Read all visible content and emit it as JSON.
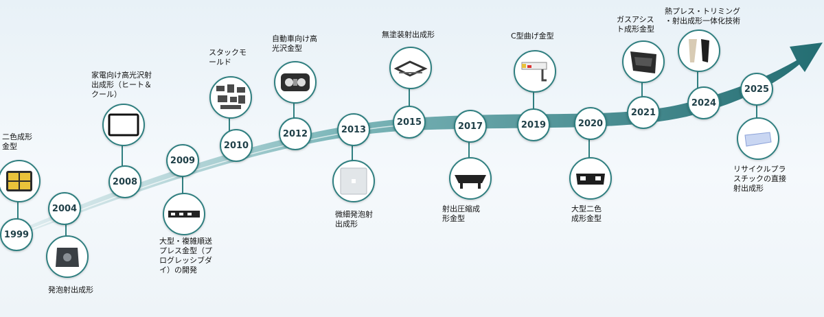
{
  "milestones": [
    {
      "year": "1999",
      "label": "二色成形\n金型",
      "icon": "car-seat-panel-icon"
    },
    {
      "year": "2004",
      "label": "発泡射出成形",
      "icon": "foam-part-icon"
    },
    {
      "year": "2008",
      "label": "家電向け高光沢射\n出成形（ヒート＆\nクール）",
      "icon": "glossy-frame-icon"
    },
    {
      "year": "2009",
      "label": "大型・複雑順送\nプレス金型（プ\nログレッシブダ\nイ）の開発",
      "icon": "progressive-die-strip-icon"
    },
    {
      "year": "2010",
      "label": "スタックモ\nールド",
      "icon": "stack-mold-parts-icon"
    },
    {
      "year": "2012",
      "label": "自動車向け高\n光沢金型",
      "icon": "grille-icon"
    },
    {
      "year": "2013",
      "label": "微細発泡射\n出成形",
      "icon": "foam-panel-icon"
    },
    {
      "year": "2015",
      "label": "無塗装射出成形",
      "icon": "bracket-part-icon"
    },
    {
      "year": "2017",
      "label": "射出圧縮成\n形金型",
      "icon": "spoiler-part-icon"
    },
    {
      "year": "2019",
      "label": "C型曲げ金型",
      "icon": "c-bend-part-icon"
    },
    {
      "year": "2020",
      "label": "大型二色\n成形金型",
      "icon": "bumper-part-icon"
    },
    {
      "year": "2021",
      "label": "ガスアシス\nト成形金型",
      "icon": "door-trim-icon"
    },
    {
      "year": "2024",
      "label": "熱プレス・トリミング\n・射出成形一体化技術",
      "icon": "pillar-parts-icon"
    },
    {
      "year": "2025",
      "label": "リサイクルプラ\nスチックの直接\n射出成形",
      "icon": "recycled-part-icon"
    }
  ],
  "colors": {
    "arrow": "#2f8a8c",
    "arrow_dark": "#236d72",
    "node_border": "#2f7f80"
  }
}
